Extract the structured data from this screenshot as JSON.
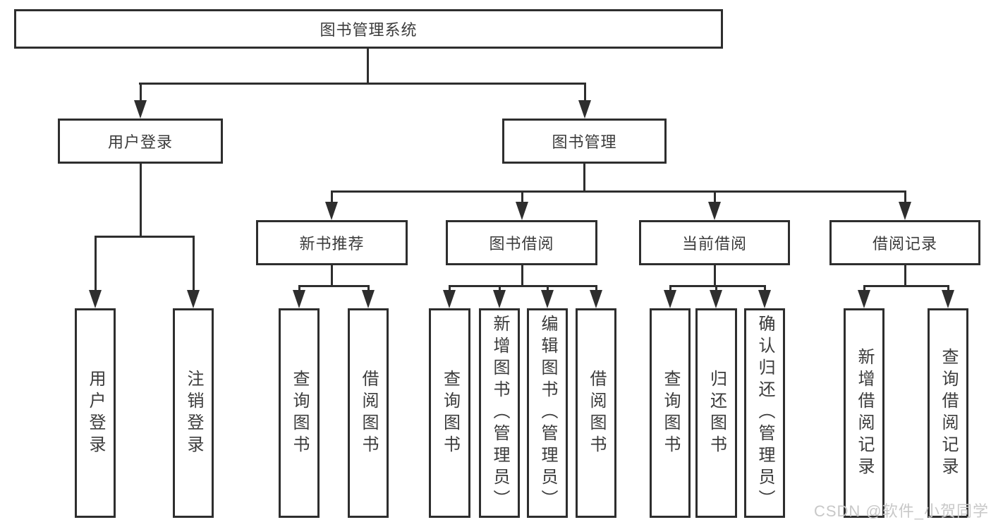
{
  "diagram": {
    "tree": {
      "root": {
        "label": "图书管理系统",
        "children": [
          {
            "label": "用户登录",
            "children": [
              {
                "label": "用户登录"
              },
              {
                "label": "注销登录"
              }
            ]
          },
          {
            "label": "图书管理",
            "children": [
              {
                "label": "新书推荐",
                "children": [
                  {
                    "label": "查询图书"
                  },
                  {
                    "label": "借阅图书"
                  }
                ]
              },
              {
                "label": "图书借阅",
                "children": [
                  {
                    "label": "查询图书"
                  },
                  {
                    "label": "新增图书（管理员）"
                  },
                  {
                    "label": "编辑图书（管理员）"
                  },
                  {
                    "label": "借阅图书"
                  }
                ]
              },
              {
                "label": "当前借阅",
                "children": [
                  {
                    "label": "查询图书"
                  },
                  {
                    "label": "归还图书"
                  },
                  {
                    "label": "确认归还（管理员）"
                  }
                ]
              },
              {
                "label": "借阅记录",
                "children": [
                  {
                    "label": "新增借阅记录"
                  },
                  {
                    "label": "查询借阅记录"
                  }
                ]
              }
            ]
          }
        ]
      }
    },
    "colors": {
      "line": "#2e2e2e",
      "text": "#3b3b3b",
      "background": "#ffffff",
      "watermark": "#c8c8c8"
    }
  },
  "watermark": {
    "text": "CSDN @软件_小贺同学"
  }
}
